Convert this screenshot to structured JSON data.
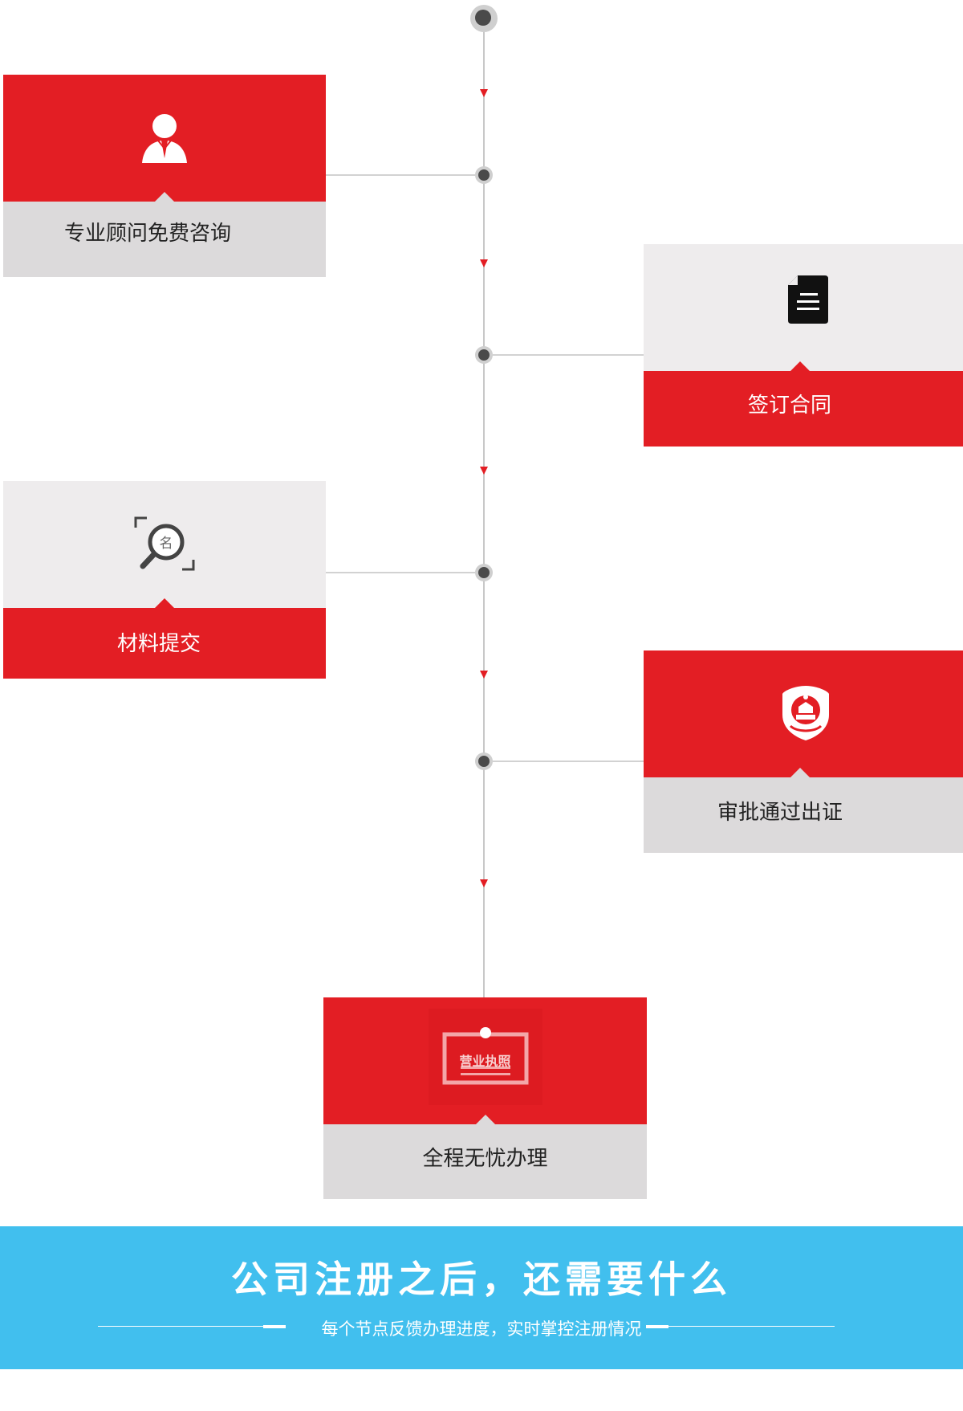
{
  "steps": [
    {
      "label": "专业顾问免费咨询",
      "icon": "consultant-icon"
    },
    {
      "label": "签订合同",
      "icon": "document-icon"
    },
    {
      "label": "材料提交",
      "icon": "name-search-icon"
    },
    {
      "label": "审批通过出证",
      "icon": "emblem-icon"
    },
    {
      "label": "全程无忧办理",
      "icon": "business-license-icon",
      "icon_text": "营业执照"
    }
  ],
  "colors": {
    "accent_red": "#e31e24",
    "card_gray": "#dcdadb",
    "banner_blue": "#41bfee"
  },
  "banner": {
    "title": "公司注册之后，还需要什么",
    "subtitle": "每个节点反馈办理进度，实时掌控注册情况"
  }
}
